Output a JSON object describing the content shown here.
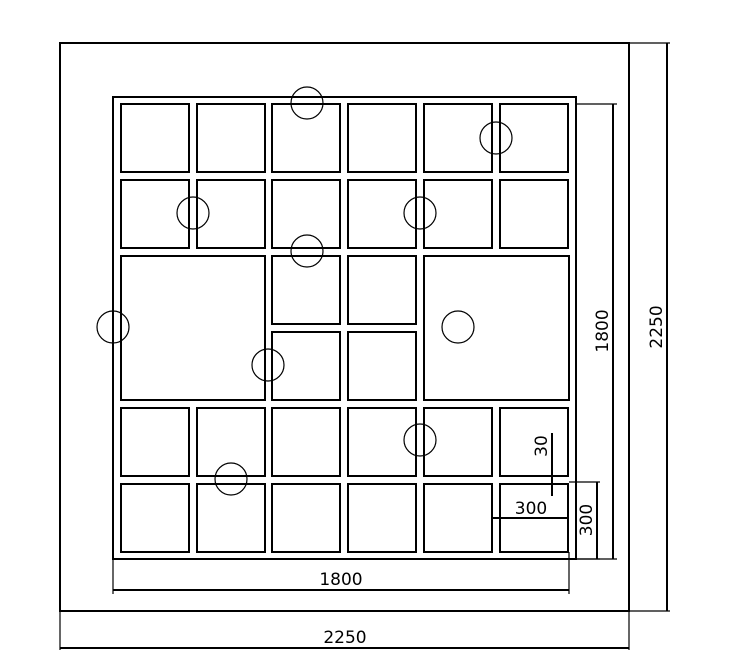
{
  "drawing": {
    "dimensions": {
      "outer_width": "2250",
      "outer_height": "2250",
      "inner_width": "1800",
      "inner_height": "1800",
      "tile_width": "300",
      "tile_height": "300",
      "joint_gap": "30"
    },
    "stroke_color": "#000000",
    "background_color": "#ffffff"
  }
}
